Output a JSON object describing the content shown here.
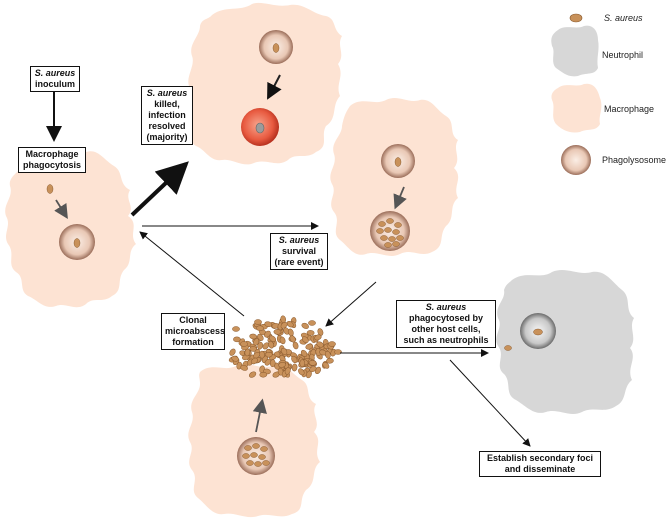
{
  "legend": {
    "s_aureus": "S. aureus",
    "neutrophil": "Neutrophil",
    "macrophage": "Macrophage",
    "phagolysosome": "Phagolysosome"
  },
  "boxes": {
    "inoculum": {
      "line1": "S. aureus",
      "line2": "inoculum"
    },
    "phagocytosis": {
      "line1": "Macrophage",
      "line2": "phagocytosis"
    },
    "killed": {
      "line1": "S. aureus",
      "line2": "killed,",
      "line3": "infection",
      "line4": "resolved",
      "line5": "(majority)"
    },
    "survival": {
      "line1": "S. aureus",
      "line2": "survival",
      "line3": "(rare event)"
    },
    "clonal": {
      "line1": "Clonal",
      "line2": "microabscess",
      "line3": "formation"
    },
    "phagocytosed": {
      "line1": "S. aureus",
      "line2": "phagocytosed by",
      "line3": "other host cells,",
      "line4": "such as neutrophils"
    },
    "secondary": {
      "line1": "Establish secondary foci",
      "line2": "and disseminate"
    }
  },
  "colors": {
    "macrophage": "#fde3d3",
    "neutrophil": "#d7d7d7",
    "bacterium": "#c8915a",
    "phagolysosome": "#c49a86",
    "killed": "#e8543c"
  }
}
